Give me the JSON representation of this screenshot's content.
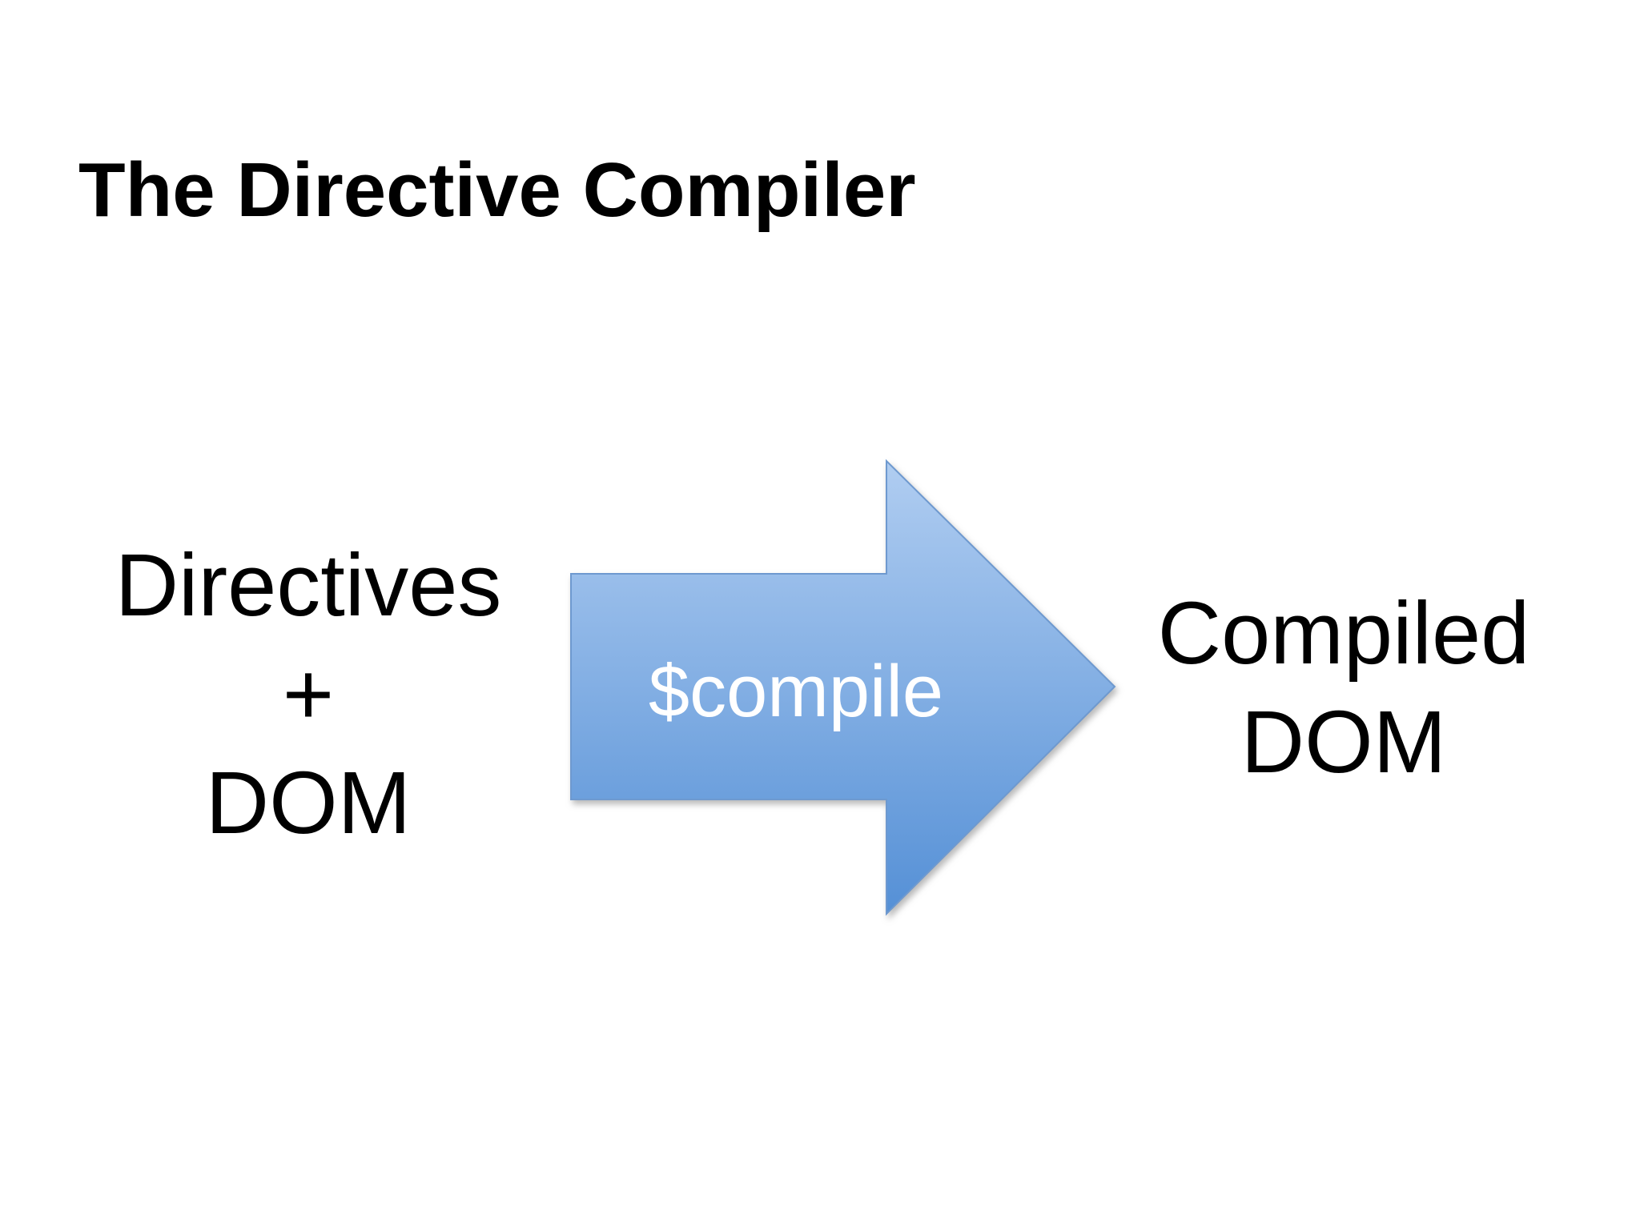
{
  "slide": {
    "title": "The Directive Compiler",
    "background_color": "#ffffff"
  },
  "diagram": {
    "input": {
      "lines": [
        "Directives",
        "+",
        "DOM"
      ]
    },
    "arrow": {
      "label": "$compile",
      "label_color": "#ffffff",
      "fill_gradient_top": "#b0cdf1",
      "fill_gradient_bottom": "#5590d6",
      "border_color": "#6e99cf"
    },
    "output": {
      "lines": [
        "Compiled",
        "DOM"
      ]
    }
  }
}
